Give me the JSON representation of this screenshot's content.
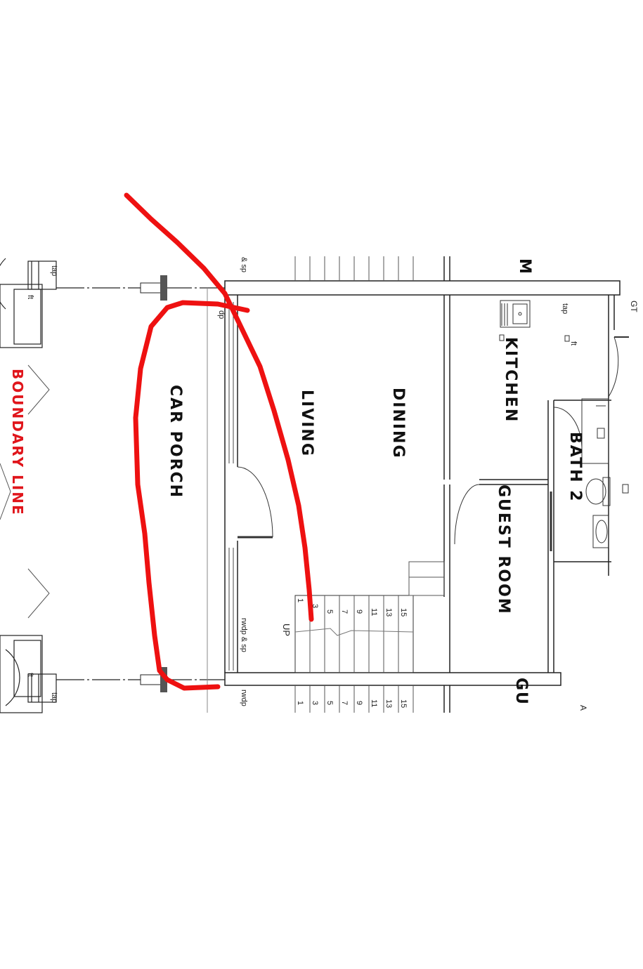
{
  "rooms": {
    "car_porch": "CAR PORCH",
    "living": "LIVING",
    "dining": "DINING",
    "kitchen": "KITCHEN",
    "bath_2": "BATH 2",
    "guest_room": "GUEST ROOM",
    "guest_room_next": "GU",
    "next_room_top": "M"
  },
  "boundary": {
    "label": "BOUNDARY LINE",
    "color": "#e0151b"
  },
  "annotations": {
    "tap_left_top": "tap",
    "ft_left_top": "ft",
    "tap_left_bottom": "tap",
    "ft_left_bottom": "ft",
    "sp_top": "& sp",
    "dp_top": "dp",
    "rwdp_sp": "rwdp & sp",
    "rwdp_bottom": "rwdp",
    "up": "UP",
    "kitchen_tap": "tap",
    "kitchen_ft": "ft",
    "gt": "GT",
    "corner_a": "A"
  },
  "stairs": {
    "upper_flight": [
      "1",
      "3",
      "5",
      "7",
      "9",
      "11",
      "13",
      "15"
    ],
    "lower_flight": [
      "1",
      "3",
      "5",
      "7",
      "9",
      "11",
      "13",
      "15"
    ]
  },
  "markup": {
    "color": "#ee1111"
  }
}
